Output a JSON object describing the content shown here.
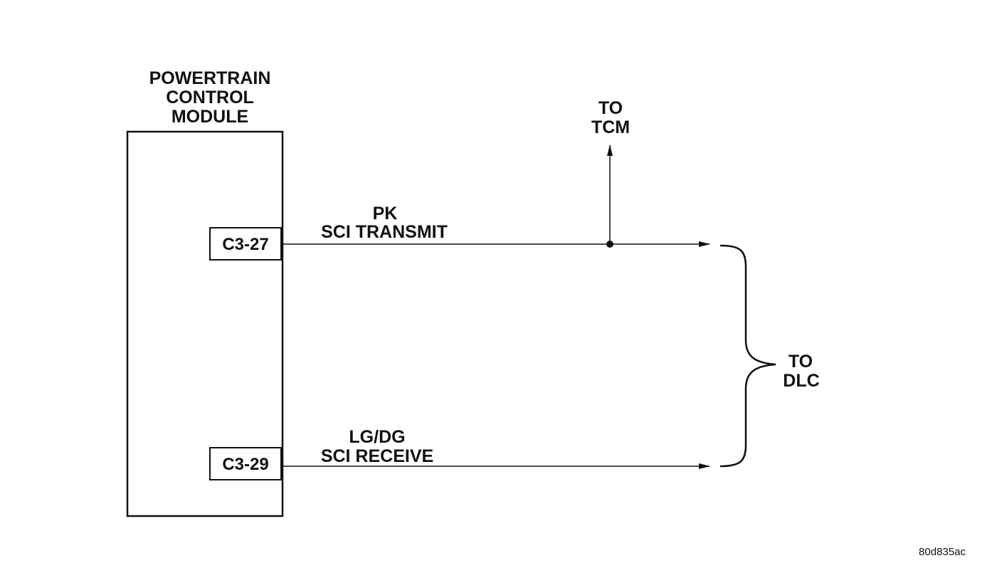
{
  "module": {
    "title_lines": [
      "POWERTRAIN",
      "CONTROL",
      "MODULE"
    ]
  },
  "connectors": [
    {
      "pin": "C3-27",
      "wire_color": "PK",
      "circuit": "SCI TRANSMIT"
    },
    {
      "pin": "C3-29",
      "wire_color": "LG/DG",
      "circuit": "SCI RECEIVE"
    }
  ],
  "destinations": {
    "tcm": [
      "TO",
      "TCM"
    ],
    "dlc": [
      "TO",
      "DLC"
    ]
  },
  "figure_id": "80d835ac",
  "colors": {
    "line": "#111111",
    "background": "#ffffff"
  }
}
